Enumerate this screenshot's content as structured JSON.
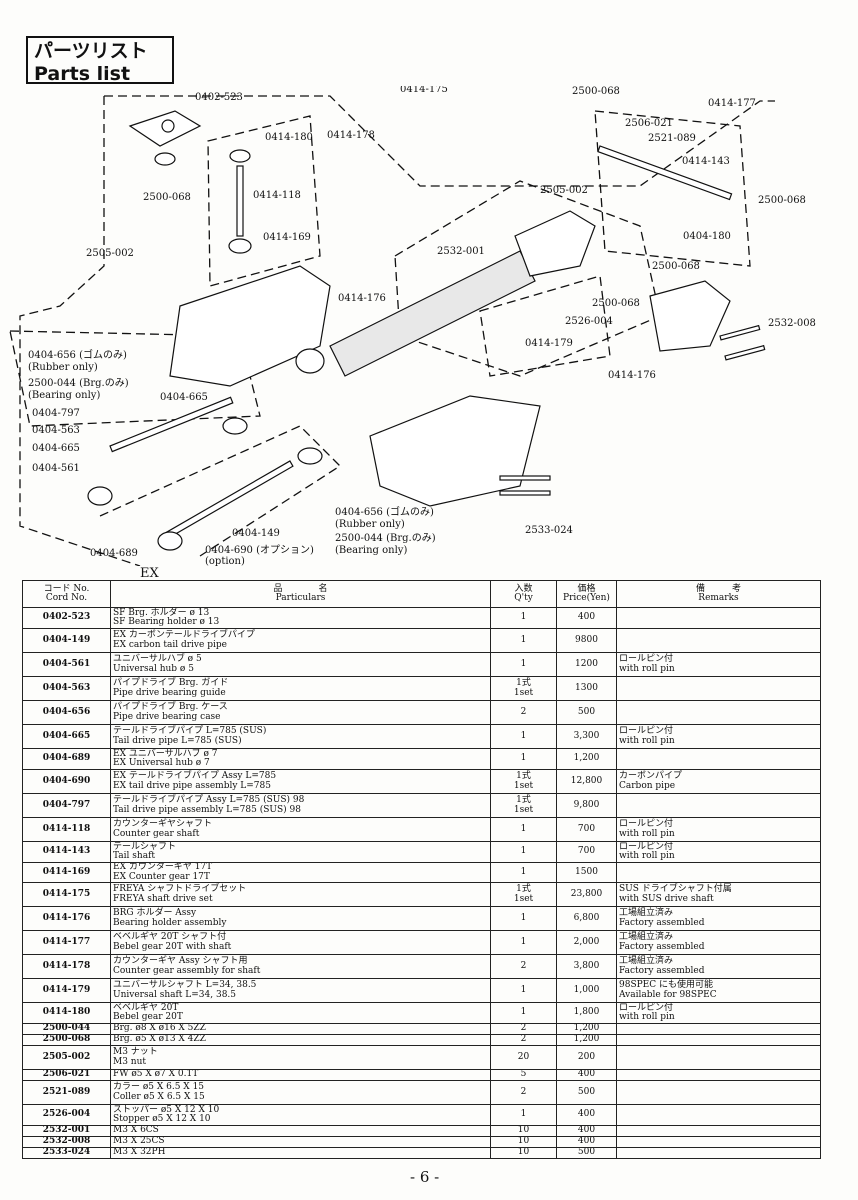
{
  "title": {
    "jp": "パーツリスト",
    "en": "Parts list"
  },
  "diagram": {
    "labels": [
      "0402-523",
      "0414-175",
      "2500-068",
      "0414-177",
      "2506-021",
      "0414-180",
      "0414-178",
      "2521-089",
      "0414-143",
      "2500-068",
      "0414-118",
      "2505-002",
      "2500-068",
      "0414-169",
      "0404-180",
      "2532-001",
      "2505-002",
      "2500-068",
      "0414-176",
      "2500-068",
      "2526-004",
      "2532-008",
      "0414-179",
      "0414-176",
      "0404-656 (ゴムのみ)",
      "(Rubber only)",
      "2500-044 (Brg.のみ)",
      "(Bearing only)",
      "0404-665",
      "0404-797",
      "0404-563",
      "0404-665",
      "0404-561",
      "0404-656 (ゴムのみ)",
      "(Rubber only)",
      "0404-149",
      "2500-044 (Brg.のみ)",
      "(Bearing only)",
      "0404-689",
      "0404-690 (オプション)",
      "(option)",
      "2533-024"
    ]
  },
  "ex_label": "EX",
  "table": {
    "headers": {
      "code_jp": "コード No.",
      "code_en": "Cord No.",
      "part_jp": "品　　　　名",
      "part_en": "Particulars",
      "qty_jp": "入数",
      "qty_en": "Q'ty",
      "price_jp": "価格",
      "price_en": "Price(Yen)",
      "rem_jp": "備　　　考",
      "rem_en": "Remarks"
    },
    "rows": [
      {
        "code": "0402-523",
        "jp": "SF Brg. ホルダー ø 13",
        "en": "SF Bearing holder ø 13",
        "qty": "1",
        "price": "400",
        "rem_jp": "",
        "rem_en": ""
      },
      {
        "code": "0404-149",
        "jp": "EX カーボンテールドライブパイプ",
        "en": "EX carbon tail drive pipe",
        "qty": "1",
        "price": "9800",
        "rem_jp": "",
        "rem_en": ""
      },
      {
        "code": "0404-561",
        "jp": "ユニバーサルハブ ø 5",
        "en": "Universal hub ø 5",
        "qty": "1",
        "price": "1200",
        "rem_jp": "ロールピン付",
        "rem_en": "with roll pin"
      },
      {
        "code": "0404-563",
        "jp": "パイプドライブ Brg. ガイド",
        "en": "Pipe drive bearing guide",
        "qty": "1式\n1set",
        "price": "1300",
        "rem_jp": "",
        "rem_en": ""
      },
      {
        "code": "0404-656",
        "jp": "パイプドライブ Brg. ケース",
        "en": "Pipe drive bearing case",
        "qty": "2",
        "price": "500",
        "rem_jp": "",
        "rem_en": ""
      },
      {
        "code": "0404-665",
        "jp": "テールドライブパイプ L=785 (SUS)",
        "en": "Tail drive pipe L=785 (SUS)",
        "qty": "1",
        "price": "3,300",
        "rem_jp": "ロールピン付",
        "rem_en": "with roll pin"
      },
      {
        "code": "0404-689",
        "jp": "EX ユニバーサルハブ ø 7",
        "en": "EX Universal hub ø 7",
        "qty": "1",
        "price": "1,200",
        "rem_jp": "",
        "rem_en": ""
      },
      {
        "code": "0404-690",
        "jp": "EX テールドライブパイプ Assy L=785",
        "en": "EX tail drive pipe assembly  L=785",
        "qty": "1式\n1set",
        "price": "12,800",
        "rem_jp": "カーボンパイプ",
        "rem_en": "Carbon pipe"
      },
      {
        "code": "0404-797",
        "jp": "テールドライブパイプ Assy L=785 (SUS) 98",
        "en": "Tail drive pipe assembly L=785 (SUS) 98",
        "qty": "1式\n1set",
        "price": "9,800",
        "rem_jp": "",
        "rem_en": ""
      },
      {
        "code": "0414-118",
        "jp": "カウンターギヤシャフト",
        "en": "Counter gear shaft",
        "qty": "1",
        "price": "700",
        "rem_jp": "ロールピン付",
        "rem_en": "with roll pin"
      },
      {
        "code": "0414-143",
        "jp": "テールシャフト",
        "en": "Tail shaft",
        "qty": "1",
        "price": "700",
        "rem_jp": "ロールピン付",
        "rem_en": "with roll pin"
      },
      {
        "code": "0414-169",
        "jp": "EX カウンターギヤ 17T",
        "en": "EX Counter gear 17T",
        "qty": "1",
        "price": "1500",
        "rem_jp": "",
        "rem_en": ""
      },
      {
        "code": "0414-175",
        "jp": "FREYA シャフトドライブセット",
        "en": "FREYA shaft drive set",
        "qty": "1式\n1set",
        "price": "23,800",
        "rem_jp": "SUS ドライブシャフト付属",
        "rem_en": "with SUS drive shaft"
      },
      {
        "code": "0414-176",
        "jp": "BRG ホルダー Assy",
        "en": "Bearing holder assembly",
        "qty": "1",
        "price": "6,800",
        "rem_jp": "工場組立済み",
        "rem_en": "Factory assembled"
      },
      {
        "code": "0414-177",
        "jp": "ベベルギヤ 20T シャフト付",
        "en": "Bebel gear 20T with shaft",
        "qty": "1",
        "price": "2,000",
        "rem_jp": "工場組立済み",
        "rem_en": "Factory assembled"
      },
      {
        "code": "0414-178",
        "jp": "カウンターギヤ Assy シャフト用",
        "en": "Counter gear assembly for shaft",
        "qty": "2",
        "price": "3,800",
        "rem_jp": "工場組立済み",
        "rem_en": "Factory assembled"
      },
      {
        "code": "0414-179",
        "jp": "ユニバーサルシャフト L=34, 38.5",
        "en": "Universal shaft L=34, 38.5",
        "qty": "1",
        "price": "1,000",
        "rem_jp": "98SPEC にも使用可能",
        "rem_en": "Available for 98SPEC"
      },
      {
        "code": "0414-180",
        "jp": "ベベルギヤ 20T",
        "en": "Bebel gear 20T",
        "qty": "1",
        "price": "1,800",
        "rem_jp": "ロールピン付",
        "rem_en": "with roll pin"
      },
      {
        "code": "2500-044",
        "jp": "",
        "en": "Brg. ø8 X ø16 X 5ZZ",
        "qty": "2",
        "price": "1,200",
        "rem_jp": "",
        "rem_en": ""
      },
      {
        "code": "2500-068",
        "jp": "",
        "en": "Brg. ø5 X ø13 X 4ZZ",
        "qty": "2",
        "price": "1,200",
        "rem_jp": "",
        "rem_en": ""
      },
      {
        "code": "2505-002",
        "jp": "M3 ナット",
        "en": "M3 nut",
        "qty": "20",
        "price": "200",
        "rem_jp": "",
        "rem_en": ""
      },
      {
        "code": "2506-021",
        "jp": "",
        "en": "FW ø5 X ø7 X 0.1T",
        "qty": "5",
        "price": "400",
        "rem_jp": "",
        "rem_en": ""
      },
      {
        "code": "2521-089",
        "jp": "カラー ø5 X 6.5 X 15",
        "en": "Coller ø5 X 6.5 X 15",
        "qty": "2",
        "price": "500",
        "rem_jp": "",
        "rem_en": ""
      },
      {
        "code": "2526-004",
        "jp": "ストッパー ø5 X 12 X 10",
        "en": "Stopper ø5 X 12 X 10",
        "qty": "1",
        "price": "400",
        "rem_jp": "",
        "rem_en": ""
      },
      {
        "code": "2532-001",
        "jp": "",
        "en": "M3 X 6CS",
        "qty": "10",
        "price": "400",
        "rem_jp": "",
        "rem_en": ""
      },
      {
        "code": "2532-008",
        "jp": "",
        "en": "M3 X 25CS",
        "qty": "10",
        "price": "400",
        "rem_jp": "",
        "rem_en": ""
      },
      {
        "code": "2533-024",
        "jp": "",
        "en": "M3 X 32PH",
        "qty": "10",
        "price": "500",
        "rem_jp": "",
        "rem_en": ""
      }
    ]
  },
  "page_number": "- 6 -"
}
